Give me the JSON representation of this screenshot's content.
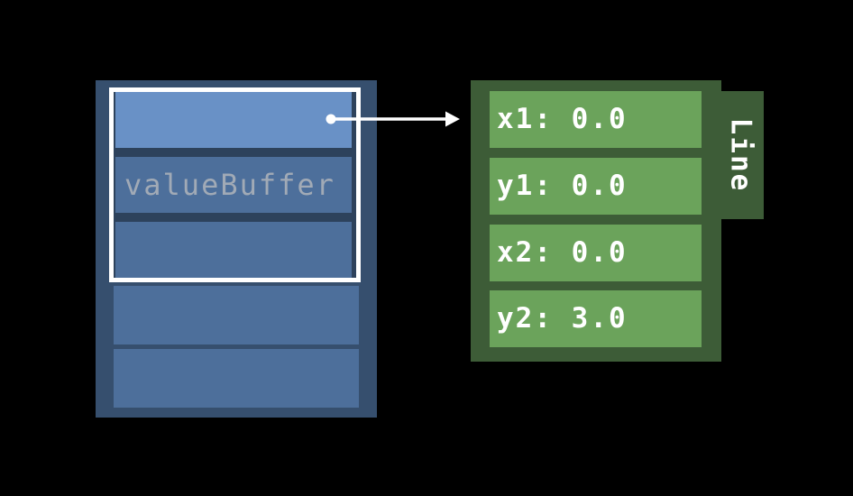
{
  "colors": {
    "background": "#000000",
    "buffer_frame": "#364f6e",
    "buffer_slot": "#4d6f9b",
    "buffer_slot_highlight": "#6991c6",
    "buffer_inner_shade": "#2d425c",
    "buffer_label_text": "#a1aab6",
    "selection": "#ffffff",
    "arrow": "#ffffff",
    "object_frame": "#3d5c37",
    "object_field": "#6ba35b",
    "field_text": "#ffffff"
  },
  "buffer": {
    "label": "valueBuffer",
    "slot_count": 5,
    "pointer_slot_index": 0,
    "label_slot_index": 1,
    "outlined_slots": [
      0,
      1,
      2
    ]
  },
  "line_object": {
    "type_label": "Line",
    "fields": [
      "x1: 0.0",
      "y1: 0.0",
      "x2: 0.0",
      "y2: 3.0"
    ]
  }
}
